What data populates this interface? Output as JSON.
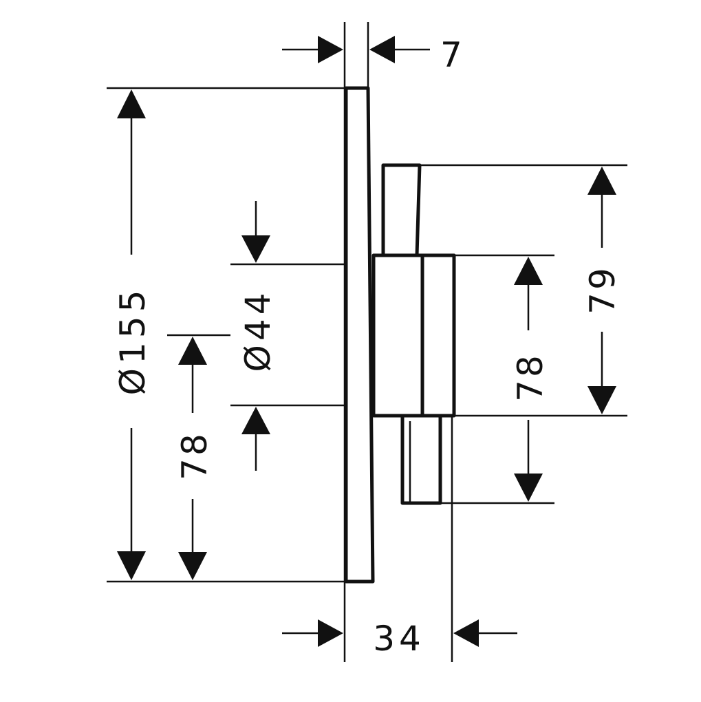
{
  "drawing": {
    "dimensions": {
      "top_width": "7",
      "overall_diameter": "Ø155",
      "inner_diameter": "Ø44",
      "left_center_height": "78",
      "right_center_height": "78",
      "right_top_height": "79",
      "bottom_depth": "34"
    },
    "colors": {
      "line": "#111111",
      "background": "#ffffff"
    }
  }
}
